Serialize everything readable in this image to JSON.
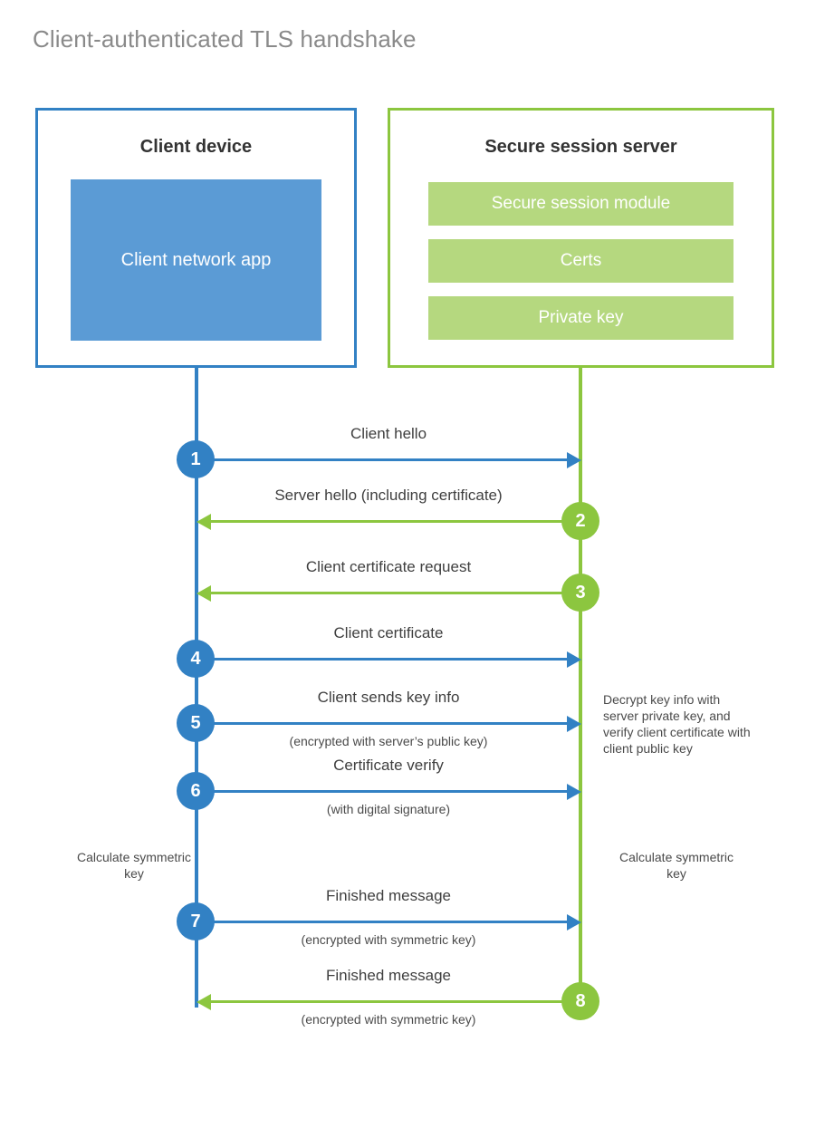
{
  "title": "Client-authenticated TLS handshake",
  "colors": {
    "client_accent": "#3281c4",
    "server_accent": "#8cc63f",
    "client_block_fill": "#5b9bd5",
    "server_bar_fill": "#b5d87f",
    "title_text": "#8a8a8a",
    "body_text": "#404040"
  },
  "client_party": {
    "title": "Client device",
    "app_block": "Client network app"
  },
  "server_party": {
    "title": "Secure session server",
    "bars": [
      "Secure session module",
      "Certs",
      "Private key"
    ]
  },
  "steps": [
    {
      "number": "1",
      "label": "Client hello",
      "sub": "",
      "direction": "client-to-server",
      "marker_side": "client"
    },
    {
      "number": "2",
      "label": "Server hello (including certificate)",
      "sub": "",
      "direction": "server-to-client",
      "marker_side": "server"
    },
    {
      "number": "3",
      "label": "Client certificate request",
      "sub": "",
      "direction": "server-to-client",
      "marker_side": "server"
    },
    {
      "number": "4",
      "label": "Client certificate",
      "sub": "",
      "direction": "client-to-server",
      "marker_side": "client"
    },
    {
      "number": "5",
      "label": "Client sends key info",
      "sub": "(encrypted with server’s public key)",
      "direction": "client-to-server",
      "marker_side": "client"
    },
    {
      "number": "6",
      "label": "Certificate verify",
      "sub": "(with digital signature)",
      "direction": "client-to-server",
      "marker_side": "client"
    },
    {
      "number": "7",
      "label": "Finished message",
      "sub": "(encrypted with symmetric key)",
      "direction": "client-to-server",
      "marker_side": "client"
    },
    {
      "number": "8",
      "label": "Finished message",
      "sub": "(encrypted with symmetric key)",
      "direction": "server-to-client",
      "marker_side": "server"
    }
  ],
  "notes": {
    "server_decrypt": "Decrypt key info with server private key, and verify client certificate with client public key",
    "client_calculate": "Calculate symmetric key",
    "server_calculate": "Calculate symmetric key"
  }
}
